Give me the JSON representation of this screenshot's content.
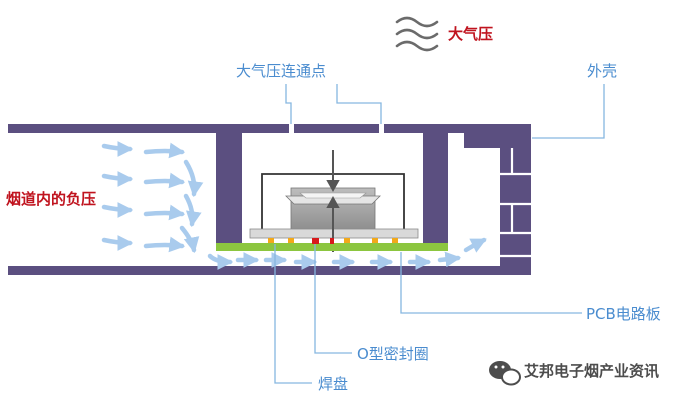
{
  "labels": {
    "atmospheric_pressure": "大气压",
    "atmospheric_vent": "大气压连通点",
    "housing": "外壳",
    "negative_pressure": "烟道内的负压",
    "pcb": "PCB电路板",
    "o_ring": "O型密封圈",
    "solder_pad": "焊盘"
  },
  "watermark": {
    "text": "艾邦电子烟产业资讯",
    "icon": "wechat-icon"
  },
  "colors": {
    "housing": "#5b4f80",
    "label_blue": "#4a8ccf",
    "label_red": "#c0141f",
    "leader_line": "#86b6e0",
    "airflow_arrow": "#a9cbed",
    "pcb_green": "#8cc63f",
    "solder_gold": "#f2a91a",
    "o_ring_red": "#d7191c",
    "sensor_gray": "#9a9a9a"
  }
}
